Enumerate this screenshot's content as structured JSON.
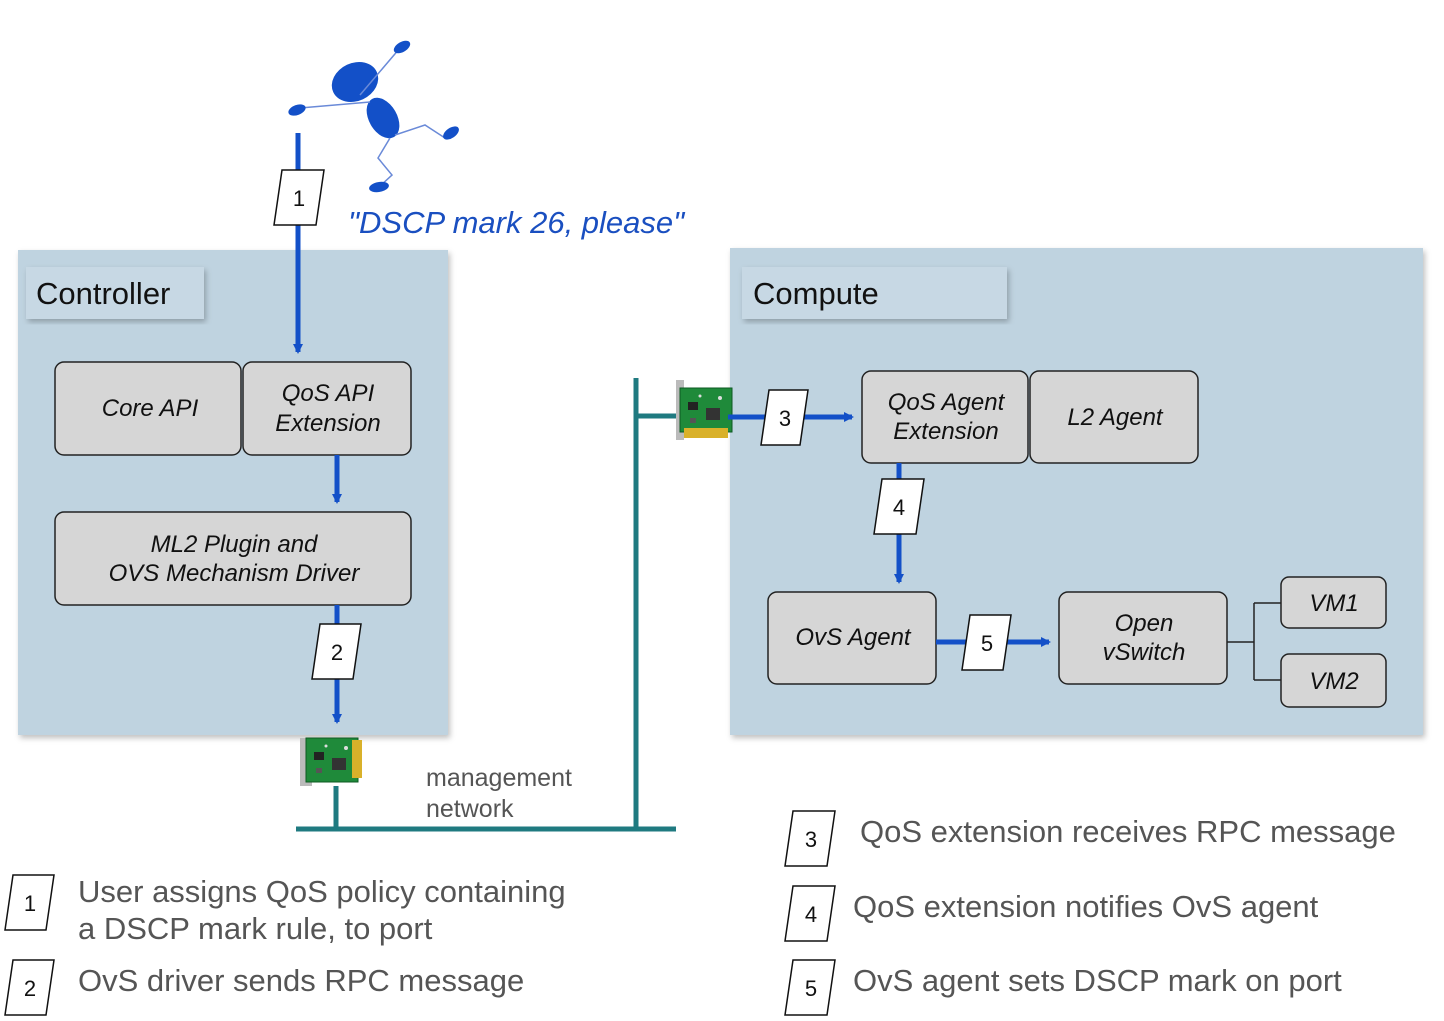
{
  "user_request": "\"DSCP mark 26, please\"",
  "controller": {
    "title": "Controller",
    "core_api": "Core API",
    "qos_api_ext": [
      "QoS API",
      "Extension"
    ],
    "ml2": [
      "ML2 Plugin and",
      "OVS Mechanism Driver"
    ]
  },
  "compute": {
    "title": "Compute",
    "qos_agent_ext": [
      "QoS Agent",
      "Extension"
    ],
    "l2_agent": "L2 Agent",
    "ovs_agent": "OvS Agent",
    "open_vswitch": [
      "Open",
      "vSwitch"
    ],
    "vm1": "VM1",
    "vm2": "VM2"
  },
  "network": {
    "label": [
      "management",
      "network"
    ]
  },
  "steps": [
    "1",
    "2",
    "3",
    "4",
    "5"
  ],
  "legend": [
    {
      "num": "1",
      "lines": [
        "User assigns QoS policy containing",
        "a DSCP mark rule, to port"
      ]
    },
    {
      "num": "2",
      "lines": [
        "OvS driver sends RPC message"
      ]
    },
    {
      "num": "3",
      "lines": [
        "QoS extension receives RPC message"
      ]
    },
    {
      "num": "4",
      "lines": [
        "QoS extension notifies OvS agent"
      ]
    },
    {
      "num": "5",
      "lines": [
        "OvS agent sets DSCP mark on port"
      ]
    }
  ],
  "colors": {
    "panel": "#bfd3e0",
    "box": "#d6d6d6",
    "arrow": "#1350c8",
    "network": "#1f7a80",
    "request_text": "#1a4fc0",
    "nic_board": "#1f8a3a",
    "nic_gold": "#d9b12a"
  }
}
